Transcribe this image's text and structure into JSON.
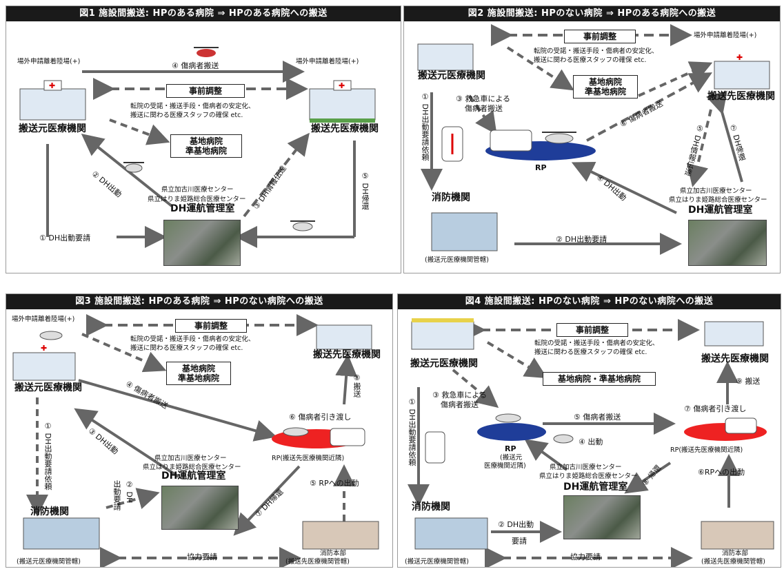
{
  "p1": {
    "title": "図1 施設間搬送: HPのある病院 ⇒ HPのある病院への搬送",
    "heliport_left": "場外申請離着陸場(+)",
    "heliport_right": "場外申請離着陸場(+)",
    "step4": "④ 傷病者搬送",
    "prior": "事前調整",
    "note1": "転院の受諾・搬送手段・傷病者の安定化、",
    "note2": "搬送に関わる医療スタッフの確保 etc.",
    "src": "搬送元医療機関",
    "dst": "搬送先医療機関",
    "base1": "基地病院",
    "base2": "準基地病院",
    "step2": "② DH出動",
    "center1": "県立加古川医療センター",
    "center2": "県立はりま姫路総合医療センター",
    "ops": "DH運航管理室",
    "step3": "③ DH情報伝達",
    "step5": "⑤ DH帰還",
    "step1": "① DH出動要請"
  },
  "p2": {
    "title": "図2 施設間搬送: HPのない病院 ⇒ HPのある病院への搬送",
    "prior": "事前調整",
    "heliport": "場外申請離着陸場(+)",
    "note1": "転院の受諾・搬送手段・傷病者の安定化、",
    "note2": "搬送に関わる医療スタッフの確保 etc.",
    "src": "搬送元医療機関",
    "base1": "基地病院",
    "base2": "準基地病院",
    "dst": "搬送先医療機関",
    "step3a": "③ 救急車による",
    "step3b": "傷病者搬送",
    "step6": "⑥ 傷病者搬送",
    "step1v": "① DH出動要請依頼",
    "rp": "RP",
    "step5": "⑤ DH情報伝達",
    "step7": "⑦ DH帰還",
    "step4": "④ DH出動",
    "center1": "県立加古川医療センター",
    "center2": "県立はりま姫路総合医療センター",
    "ops": "DH運航管理室",
    "fire": "消防機関",
    "fire_sub": "(搬送元医療機関管轄)",
    "step2": "② DH出動要請"
  },
  "p3": {
    "title": "図3 施設間搬送: HPのある病院 ⇒ HPのない病院への搬送",
    "heliport": "場外申請離着陸場(+)",
    "prior": "事前調整",
    "note1": "転院の受諾・搬送手段・傷病者の安定化、",
    "note2": "搬送に関わる医療スタッフの確保 etc.",
    "src": "搬送元医療機関",
    "base1": "基地病院",
    "base2": "準基地病院",
    "dst": "搬送先医療機関",
    "step4": "④ 傷病者搬送",
    "step8": "⑧搬送",
    "step6": "⑥ 傷病者引き渡し",
    "step3": "③ DH出動",
    "rp": "RP(搬送先医療機関近隣)",
    "center1": "県立加古川医療センター",
    "center2": "県立はりま姫路総合医療センター",
    "ops": "DH運航管理室",
    "step1v": "① DH出動要請依頼",
    "step2a": "② DH",
    "step2b": "出動要請",
    "step5": "⑤ RPへの出動",
    "step7": "⑦ DH帰還",
    "fire": "消防機関",
    "fire_sub": "(搬送元医療機関管轄)",
    "coop": "協力要請",
    "hq": "消防本部",
    "hq_sub": "(搬送先医療機関管轄)"
  },
  "p4": {
    "title": "図4 施設間搬送: HPのない病院 ⇒ HPのない病院への搬送",
    "prior": "事前調整",
    "note1": "転院の受諾・搬送手段・傷病者の安定化、",
    "note2": "搬送に関わる医療スタッフの確保 etc.",
    "src": "搬送元医療機関",
    "dst": "搬送先医療機関",
    "base": "基地病院・準基地病院",
    "step3a": "③ 救急車による",
    "step3b": "傷病者搬送",
    "step9": "⑨ 搬送",
    "step7": "⑦ 傷病者引き渡し",
    "step5": "⑤ 傷病者搬送",
    "step1v": "① DH出動要請依頼",
    "step4": "④ 出動",
    "rp_left1": "RP",
    "rp_left2": "(搬送元",
    "rp_left3": "医療機関近隣)",
    "rp_right": "RP(搬送先医療機関近隣)",
    "center1": "県立加古川医療センター",
    "center2": "県立はりま姫路総合医療センター",
    "step8": "⑧ 帰還",
    "step6": "⑥RPへの出動",
    "ops": "DH運航管理室",
    "fire": "消防機関",
    "step2a": "② DH出動",
    "step2b": "要請",
    "coop": "協力要請",
    "fire_sub": "(搬送元医療機関管轄)",
    "hq": "消防本部",
    "hq_sub": "(搬送先医療機関管轄)"
  }
}
